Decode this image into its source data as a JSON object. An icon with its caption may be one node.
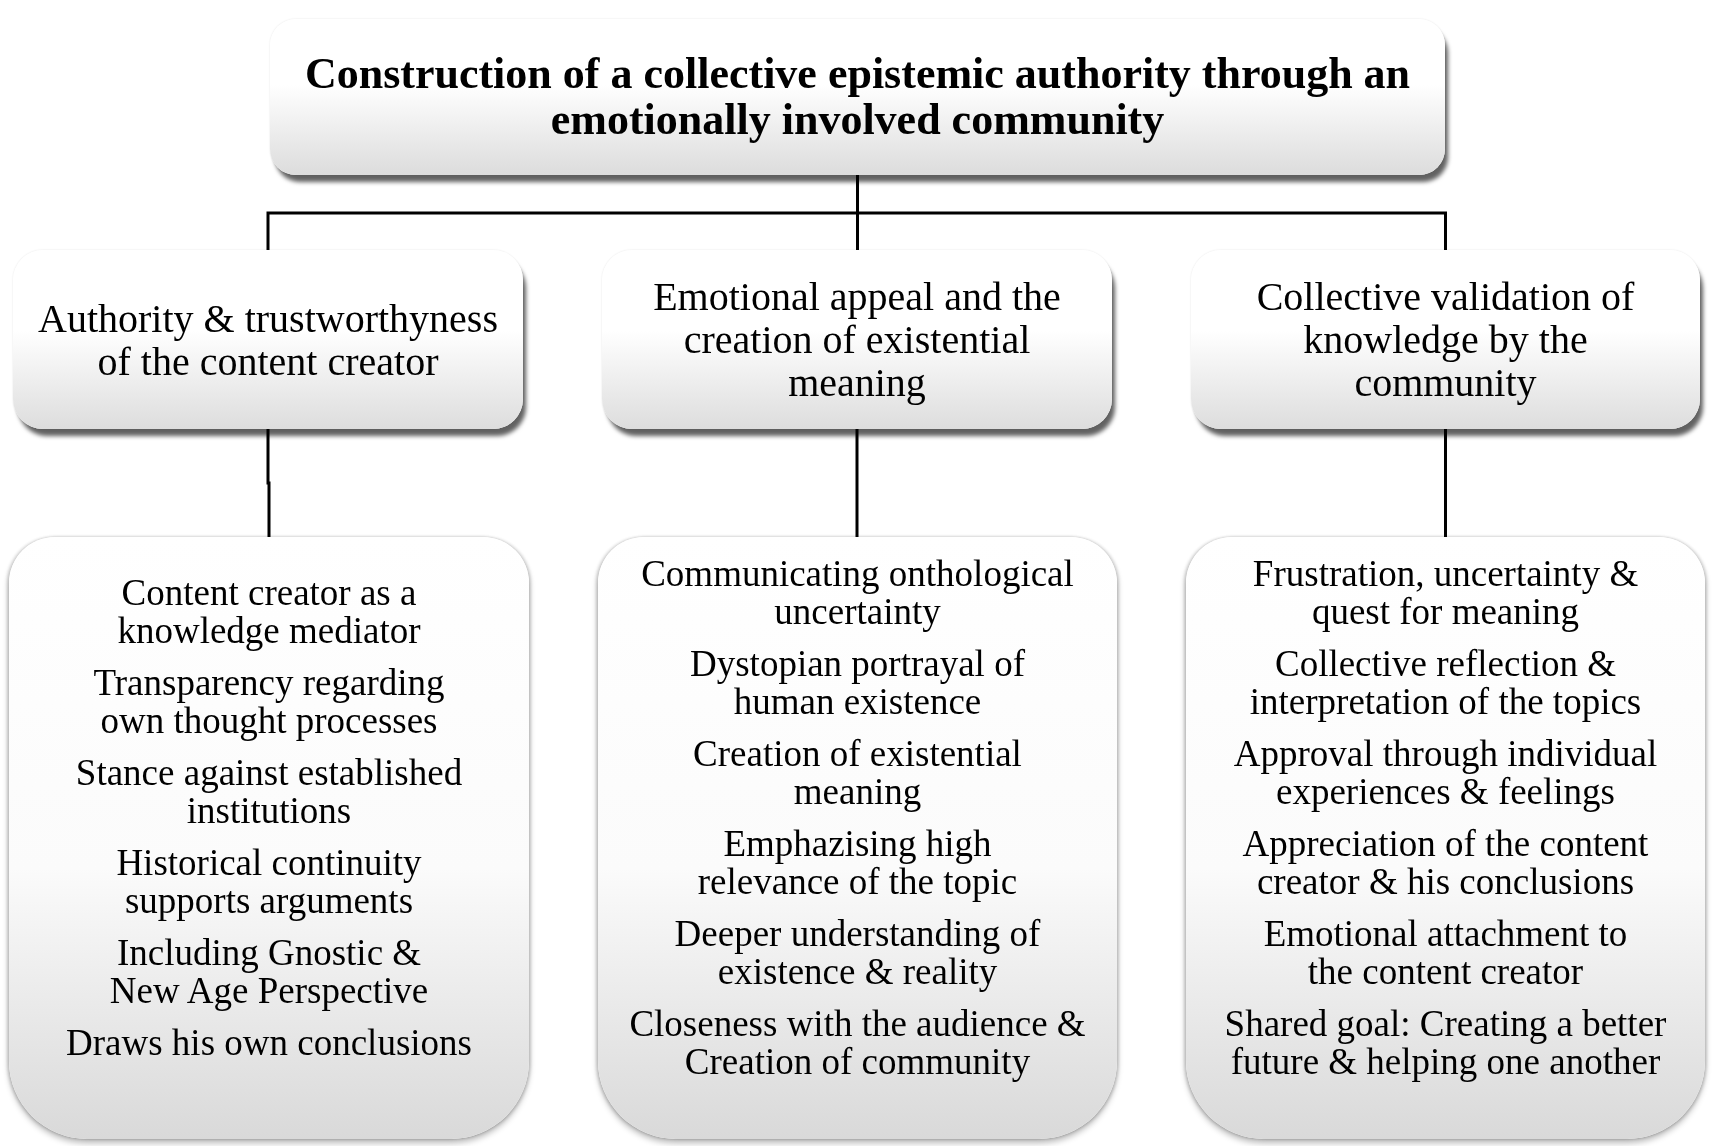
{
  "diagram": {
    "nodes": [
      {
        "text": [
          "Construction of a collective epistemic authority through an emotionally involved community"
        ]
      },
      {
        "text": [
          "Authority & trustworthyness of the content creator"
        ]
      },
      {
        "text": [
          "Emotional appeal and the creation of existential meaning"
        ]
      },
      {
        "text": [
          "Collective validation of knowledge by the community"
        ]
      },
      {
        "text": [
          "Content creator as a knowledge mediator",
          "Transparency regarding own thought processes",
          "Stance against established institutions",
          "Historical continuity supports arguments",
          "Including Gnostic & New Age Perspective",
          "Draws his own conclusions"
        ]
      },
      {
        "text": [
          "Communicating onthological uncertainty",
          "Dystopian portrayal of human existence",
          "Creation of existential meaning",
          "Emphazising high relevance of the topic",
          "Deeper understanding of existence & reality",
          "Closeness with the audience & Creation of community"
        ]
      },
      {
        "text": [
          "Frustration, uncertainty & quest for meaning",
          "Collective reflection & interpretation of the topics",
          "Approval through individual experiences & feelings",
          "Appreciation of the content creator & his conclusions",
          "Emotional attachment to the content creator",
          "Shared goal: Creating a better future & helping one another"
        ]
      }
    ],
    "edges": [
      {
        "from": 0,
        "to": 1,
        "arrow": "none"
      },
      {
        "from": 0,
        "to": 2,
        "arrow": "none"
      },
      {
        "from": 0,
        "to": 3,
        "arrow": "none"
      },
      {
        "from": 1,
        "to": 4,
        "arrow": "none"
      },
      {
        "from": 2,
        "to": 5,
        "arrow": "none"
      },
      {
        "from": 3,
        "to": 6,
        "arrow": "none"
      }
    ]
  }
}
